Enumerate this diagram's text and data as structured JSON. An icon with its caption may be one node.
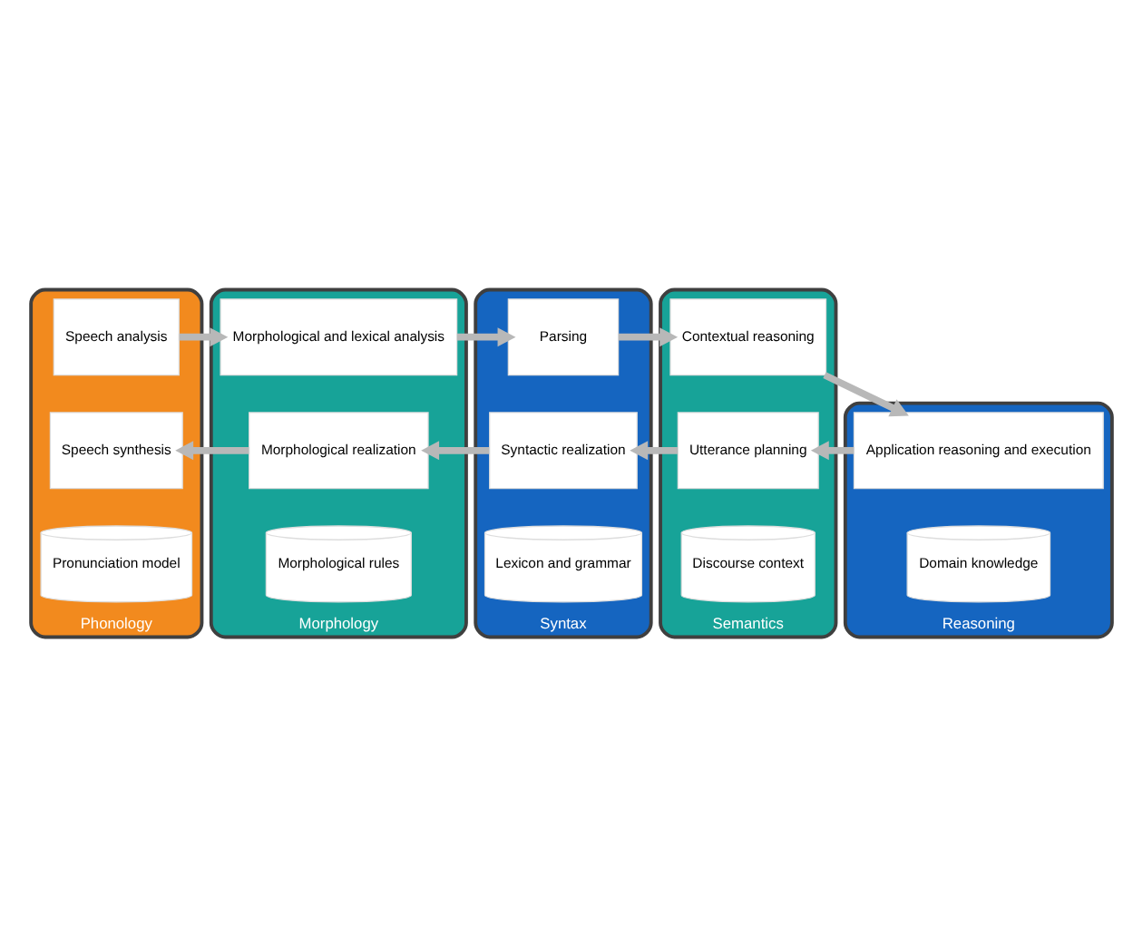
{
  "diagram": {
    "nodes": [
      {
        "text": [
          "Phonology"
        ]
      },
      {
        "text": [
          "Speech analysis"
        ],
        "in": 0
      },
      {
        "text": [
          "Speech synthesis"
        ],
        "in": 0
      },
      {
        "text": [
          "Pronunciation model"
        ],
        "in": 0
      },
      {
        "text": [
          "Morphology"
        ]
      },
      {
        "text": [
          "Morphological and lexical analysis"
        ],
        "in": 4
      },
      {
        "text": [
          "Morphological realization"
        ],
        "in": 4
      },
      {
        "text": [
          "Morphological rules"
        ],
        "in": 4
      },
      {
        "text": [
          "Syntax"
        ]
      },
      {
        "text": [
          "Parsing"
        ],
        "in": 8
      },
      {
        "text": [
          "Syntactic realization"
        ],
        "in": 8
      },
      {
        "text": [
          "Lexicon and grammar"
        ],
        "in": 8
      },
      {
        "text": [
          "Semantics"
        ]
      },
      {
        "text": [
          "Contextual reasoning"
        ],
        "in": 12
      },
      {
        "text": [
          "Utterance planning"
        ],
        "in": 12
      },
      {
        "text": [
          "Discourse context"
        ],
        "in": 12
      },
      {
        "text": [
          "Reasoning"
        ]
      },
      {
        "text": [
          "Application reasoning and execution"
        ],
        "in": 16
      },
      {
        "text": [
          "Domain knowledge"
        ],
        "in": 16
      }
    ],
    "edges": [
      {
        "from": 1,
        "to": 5,
        "arrow": "to"
      },
      {
        "from": 5,
        "to": 9,
        "arrow": "to"
      },
      {
        "from": 9,
        "to": 13,
        "arrow": "to"
      },
      {
        "from": 13,
        "to": 17,
        "arrow": "to"
      },
      {
        "from": 17,
        "to": 14,
        "arrow": "to"
      },
      {
        "from": 14,
        "to": 10,
        "arrow": "to"
      },
      {
        "from": 10,
        "to": 6,
        "arrow": "to"
      },
      {
        "from": 6,
        "to": 2,
        "arrow": "to"
      }
    ]
  }
}
